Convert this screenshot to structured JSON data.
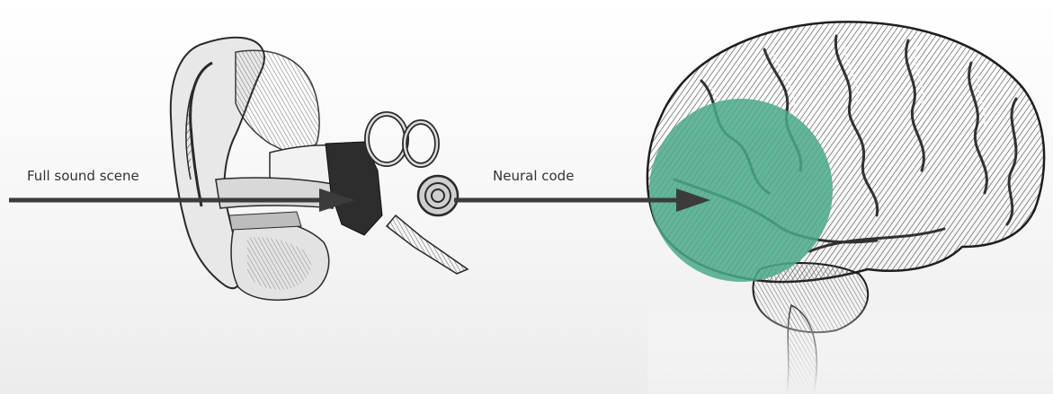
{
  "labels": {
    "input": "Full sound scene",
    "output": "Neural code"
  },
  "colors": {
    "arrow": "#3b3b3b",
    "highlight_circle": "#4aa98a",
    "ink": "#2a2a2a"
  },
  "illustrations": [
    "ear-anatomy-engraving",
    "brain-engraving"
  ]
}
